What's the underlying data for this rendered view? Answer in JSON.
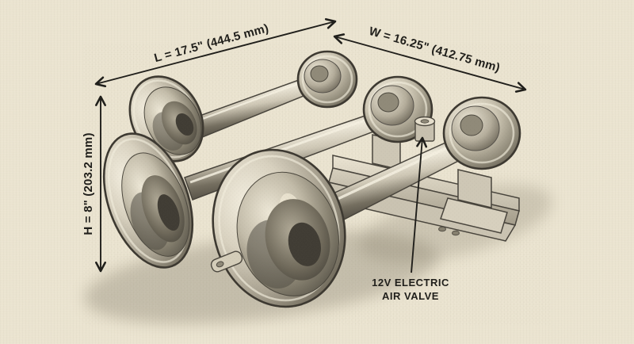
{
  "page": {
    "kind": "product-dimension-diagram",
    "colors": {
      "background": "#ece5d1",
      "ink": "#201f1b",
      "shadow": "#837b69",
      "metal_light": "#f5f0e1",
      "metal_dark": "#4e4a40"
    }
  },
  "illustration": {
    "subject": "Triple-trumpet chrome train air horn mounted on a steel bracket, graphite sketch style"
  },
  "dimension_labels": {
    "length": "L = 17.5\" (444.5 mm)",
    "width": "W = 16.25\" (412.75 mm)",
    "height": "H = 8\" (203.2 mm)"
  },
  "callout": {
    "line1": "12V ELECTRIC",
    "line2": "AIR VALVE"
  }
}
